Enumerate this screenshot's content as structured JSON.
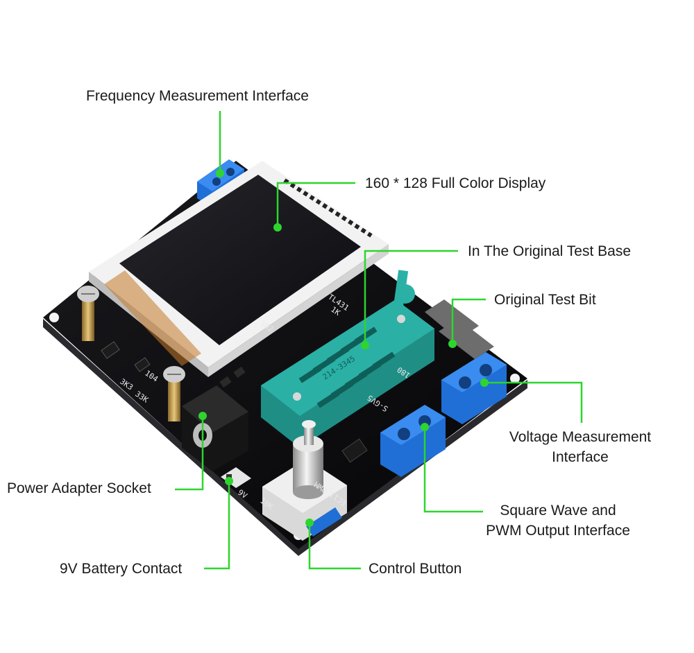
{
  "callouts": {
    "frequency_interface": "Frequency Measurement Interface",
    "display": "160 * 128 Full Color Display",
    "test_base": "In The Original Test Base",
    "test_bit": "Original Test Bit",
    "voltage_interface_line1": "Voltage Measurement",
    "voltage_interface_line2": "Interface",
    "power_socket": "Power Adapter Socket",
    "square_wave_line1": "Square Wave and",
    "square_wave_line2": "PWM Output Interface",
    "battery_contact": "9V Battery Contact",
    "control_button": "Control Button"
  },
  "pcb_markings": {
    "tl431": "TL431",
    "one_k": "1K",
    "r102": "102",
    "r3k3": "3K3",
    "r33k": "33K",
    "r104": "104",
    "jack_9v": "9V",
    "r10k": "10K",
    "r180": "180",
    "s_label": "S-GV5",
    "socket_text": "214-3345",
    "encoder_code": "EC11 PWM"
  },
  "colors": {
    "callout_line": "#2ed52e",
    "callout_dot": "#2ed52e",
    "pcb": "#0b0b0d",
    "zif_socket": "#2bb0a6",
    "terminal_block": "#1f6fd6",
    "lcd_frame": "#f2f2f2",
    "lcd_screen": "#15151a"
  },
  "icons": [
    "rotary-encoder-knob",
    "zif-lever",
    "screw-terminal",
    "dc-jack"
  ]
}
